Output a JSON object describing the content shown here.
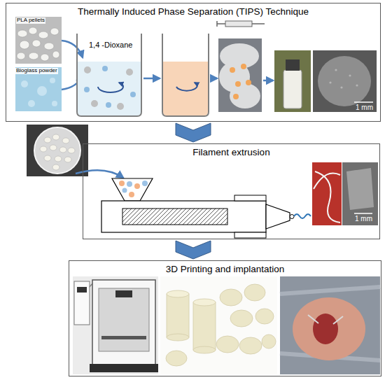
{
  "diagram": {
    "nodes": [
      {
        "text": [
          "Thermally Induced Phase Separation (TIPS) Technique"
        ]
      },
      {
        "text": [
          "Filament extrusion"
        ]
      },
      {
        "text": [
          "3D Printing and implantation"
        ]
      }
    ],
    "edges": [
      {
        "from": 0,
        "to": 1,
        "arrow": "to"
      },
      {
        "from": 1,
        "to": 2,
        "arrow": "to"
      }
    ],
    "labels": [
      "PLA pellets",
      "Bioglass powder",
      "1,4 -Dioxane",
      "1 mm",
      "1 mm"
    ]
  }
}
